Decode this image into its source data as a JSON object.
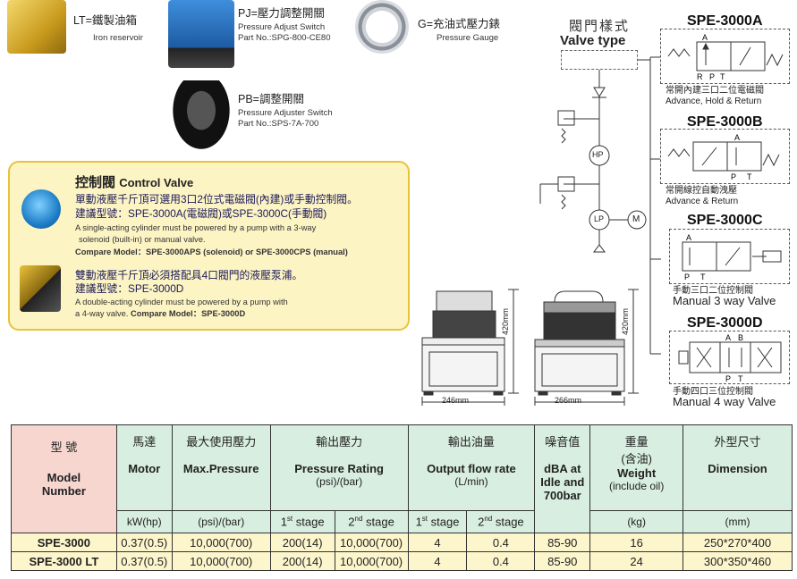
{
  "accessories": {
    "lt": {
      "title": "LT=鐵製油箱",
      "sub": "Iron reservoir"
    },
    "pj": {
      "title": "PJ=壓力調整開關",
      "sub1": "Pressure Adjust Switch",
      "sub2": "Part No.:SPG-800-CE80"
    },
    "g": {
      "title": "G=充油式壓力錶",
      "sub": "Pressure Gauge"
    },
    "pb": {
      "title": "PB=調整開關",
      "sub1": "Pressure Adjuster Switch",
      "sub2": "Part No.:SPS-7A-700"
    }
  },
  "control_valve": {
    "title_cn": "控制閥",
    "title_en": "Control Valve",
    "single": {
      "line1": "單動液壓千斤頂可選用3口2位式電磁閥(內建)或手動控制閥。",
      "line2": "建議型號：SPE-3000A(電磁閥)或SPE-3000C(手動閥)",
      "en1": "A single-acting cylinder must be powered by a pump with a 3-way",
      "en2": "solenoid (built-in) or manual valve.",
      "compare": "Compare Model：SPE-3000APS (solenoid) or SPE-3000CPS (manual)"
    },
    "double": {
      "line1": "雙動液壓千斤頂必須搭配具4口閥門的液壓泵浦。",
      "line2": "建議型號：SPE-3000D",
      "en1": "A double-acting cylinder must be powered by a pump with",
      "en2": "a 4-way valve.",
      "compare": "Compare Model：SPE-3000D"
    }
  },
  "valve_type": {
    "cn": "閥門樣式",
    "en": "Valve type"
  },
  "schematic": {
    "hp": "HP",
    "lp": "LP",
    "m": "M"
  },
  "dimensions": {
    "w1": "246mm",
    "h1": "420mm",
    "w2": "266mm",
    "h2": "420mm"
  },
  "valves": [
    {
      "model": "SPE-3000A",
      "cap_cn": "常開內建三口二位電磁閥",
      "cap_en": "Advance, Hold & Return",
      "ports": {
        "a": "A",
        "p": "P",
        "t": "T",
        "r": "R"
      }
    },
    {
      "model": "SPE-3000B",
      "cap_cn": "常開線控自動洩壓",
      "cap_en": "Advance & Return",
      "ports": {
        "a": "A",
        "p": "P",
        "t": "T"
      }
    },
    {
      "model": "SPE-3000C",
      "cap_cn": "手動三口二位控制閥",
      "cap_en": "Manual 3 way Valve",
      "ports": {
        "a": "A",
        "p": "P",
        "t": "T"
      }
    },
    {
      "model": "SPE-3000D",
      "cap_cn": "手動四口三位控制閥",
      "cap_en": "Manual 4 way Valve",
      "ports": {
        "a": "A",
        "b": "B",
        "p": "P",
        "t": "T"
      }
    }
  ],
  "table": {
    "headers": {
      "model": {
        "cn": "型  號",
        "en1": "Model",
        "en2": "Number"
      },
      "motor": {
        "cn": "馬達",
        "en": "Motor",
        "unit": "kW(hp)"
      },
      "maxp": {
        "cn": "最大使用壓力",
        "en": "Max.Pressure",
        "unit": "(psi)/(bar)"
      },
      "prating": {
        "cn": "輸出壓力",
        "en": "Pressure Rating",
        "unit": "(psi)/(bar)"
      },
      "flow": {
        "cn": "輸出油量",
        "en": "Output flow rate",
        "unit": "(L/min)"
      },
      "noise": {
        "cn": "噪音值",
        "en1": "dBA at",
        "en2": "Idle and",
        "en3": "700bar"
      },
      "weight": {
        "cn1": "重量",
        "cn2": "(含油)",
        "en": "Weight",
        "sub": "(include oil)",
        "unit": "(kg)"
      },
      "dim": {
        "cn": "外型尺寸",
        "en": "Dimension",
        "unit": "(mm)"
      },
      "stage1_num": "1",
      "stage1_sup": "st",
      "stage_word": " stage",
      "stage2_num": "2",
      "stage2_sup": "nd"
    },
    "rows": [
      {
        "model": "SPE-3000",
        "motor": "0.37(0.5)",
        "maxp": "10,000(700)",
        "p1": "200(14)",
        "p2": "10,000(700)",
        "f1": "4",
        "f2": "0.4",
        "noise": "85-90",
        "weight": "16",
        "dim": "250*270*400"
      },
      {
        "model": "SPE-3000 LT",
        "motor": "0.37(0.5)",
        "maxp": "10,000(700)",
        "p1": "200(14)",
        "p2": "10,000(700)",
        "f1": "4",
        "f2": "0.4",
        "noise": "85-90",
        "weight": "24",
        "dim": "300*350*460"
      }
    ]
  }
}
